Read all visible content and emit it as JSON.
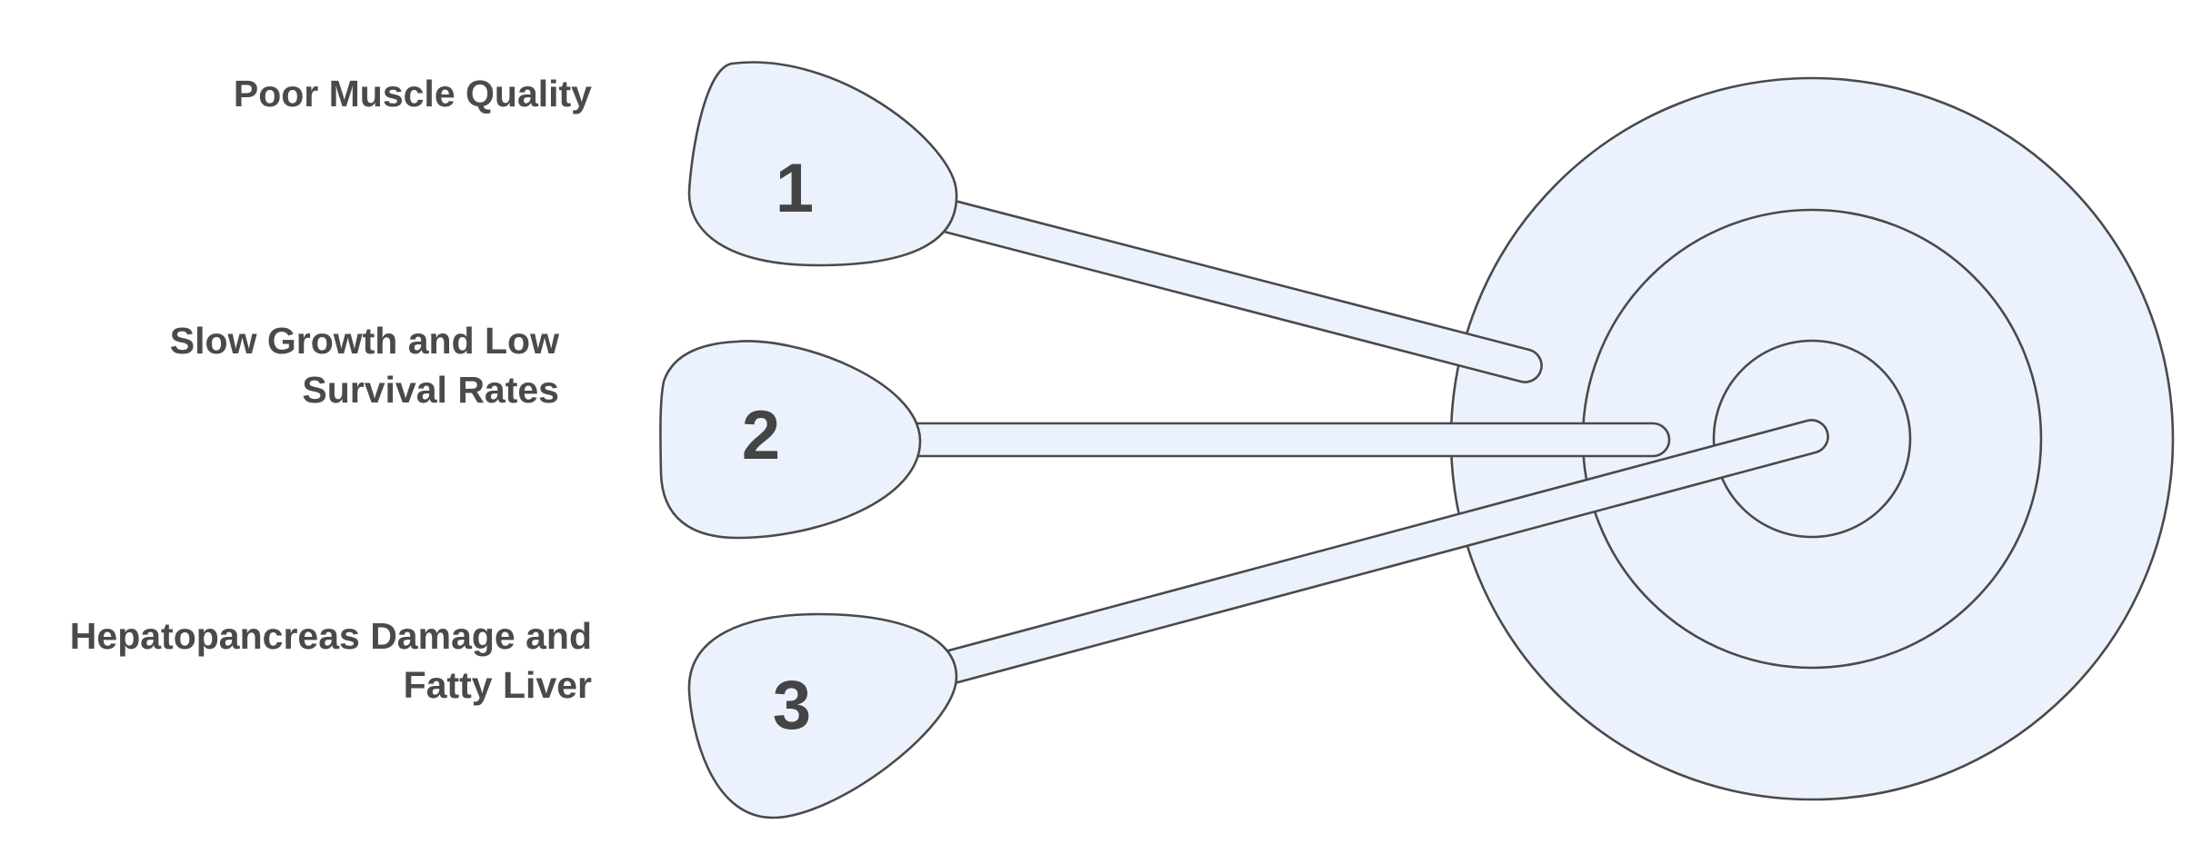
{
  "items": [
    {
      "number": "1",
      "label_lines": [
        "Poor Muscle Quality"
      ]
    },
    {
      "number": "2",
      "label_lines": [
        "Slow Growth and Low",
        "Survival Rates"
      ]
    },
    {
      "number": "3",
      "label_lines": [
        "Hepatopancreas Damage and",
        "Fatty Liver"
      ]
    }
  ],
  "colors": {
    "fill": "#ecf2fd",
    "stroke": "#4a4a4a",
    "text": "#4a4a4a"
  }
}
